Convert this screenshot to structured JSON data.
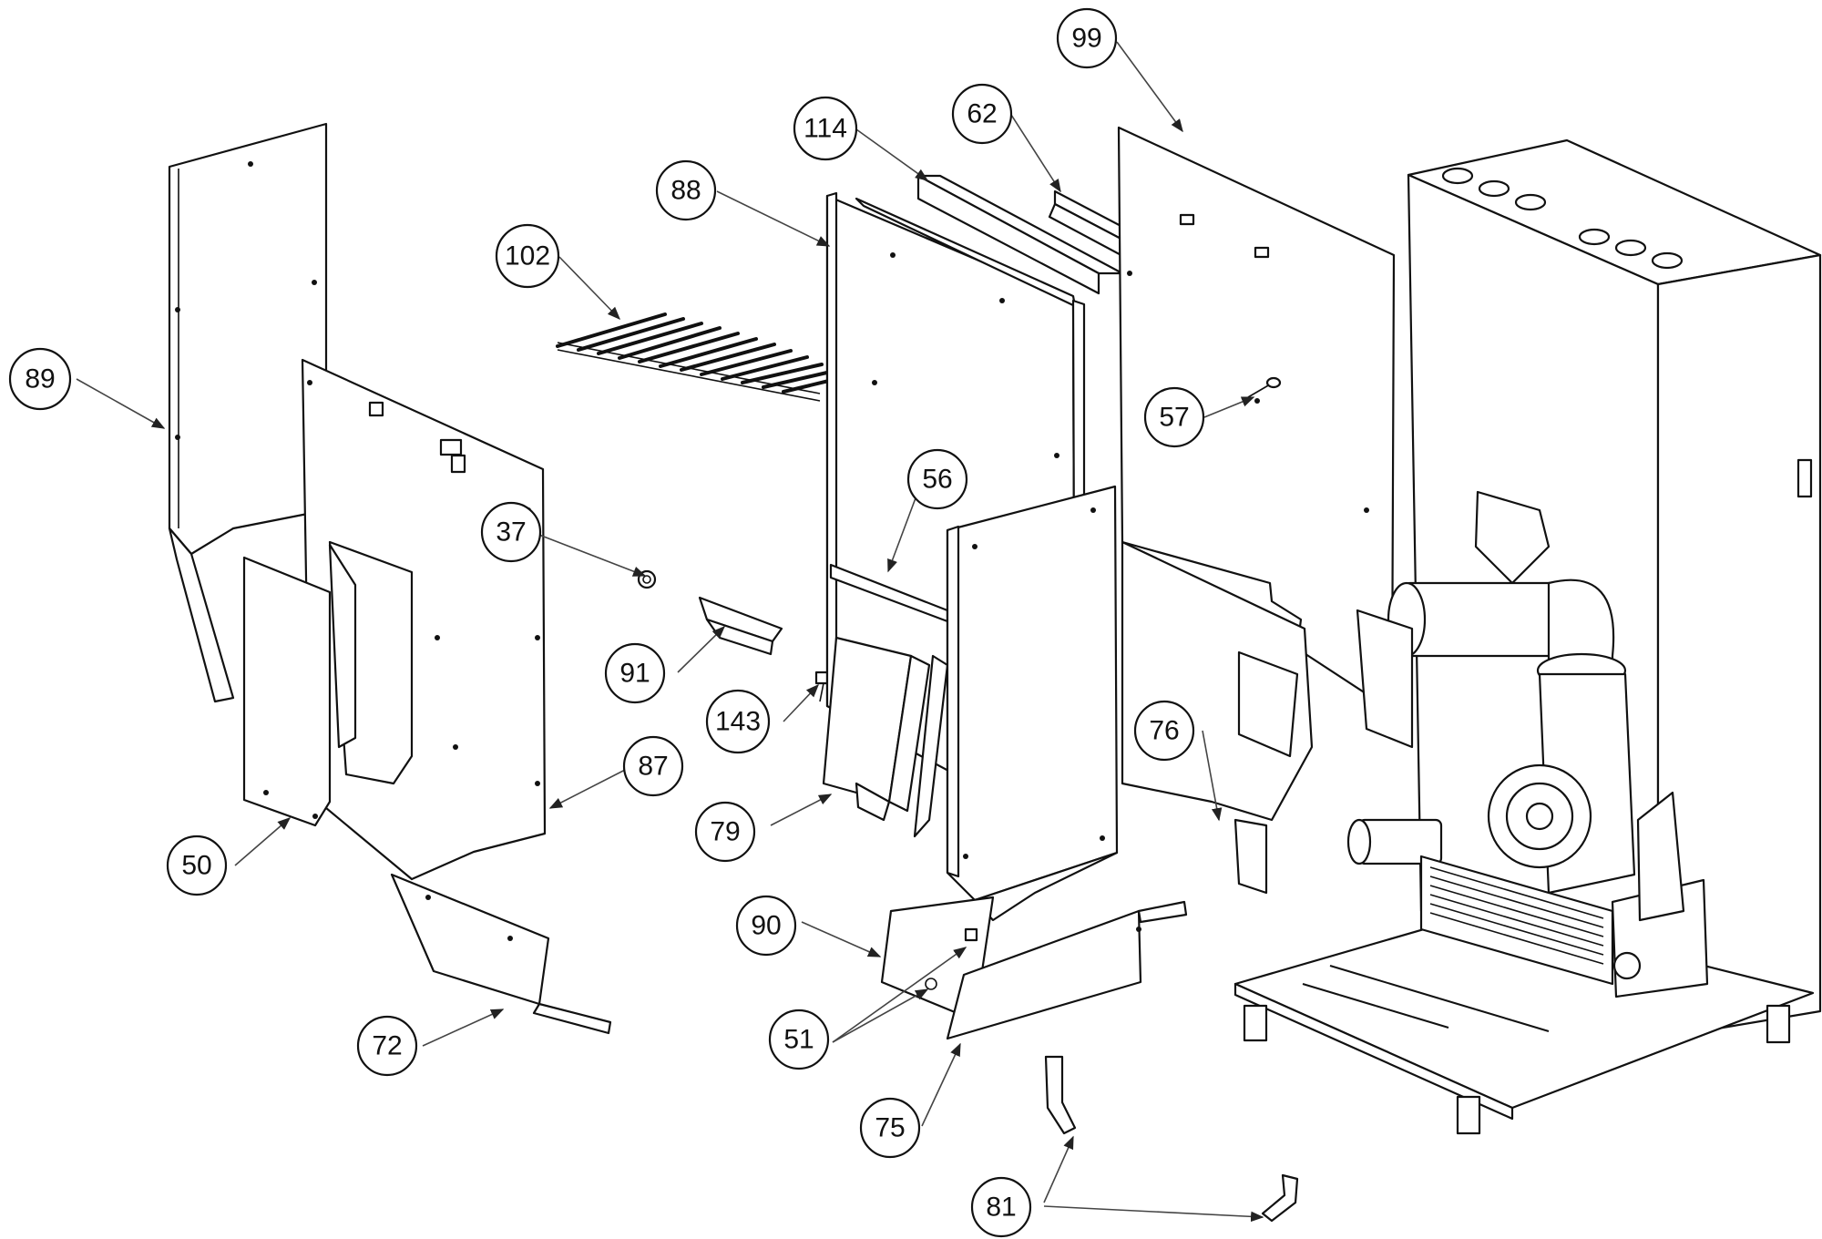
{
  "callouts": [
    {
      "id": "99",
      "label": "99"
    },
    {
      "id": "62",
      "label": "62"
    },
    {
      "id": "114",
      "label": "114"
    },
    {
      "id": "88",
      "label": "88"
    },
    {
      "id": "102",
      "label": "102"
    },
    {
      "id": "89",
      "label": "89"
    },
    {
      "id": "57",
      "label": "57"
    },
    {
      "id": "56",
      "label": "56"
    },
    {
      "id": "37",
      "label": "37"
    },
    {
      "id": "91",
      "label": "91"
    },
    {
      "id": "143",
      "label": "143"
    },
    {
      "id": "76",
      "label": "76"
    },
    {
      "id": "87",
      "label": "87"
    },
    {
      "id": "79",
      "label": "79"
    },
    {
      "id": "50",
      "label": "50"
    },
    {
      "id": "90",
      "label": "90"
    },
    {
      "id": "51",
      "label": "51"
    },
    {
      "id": "72",
      "label": "72"
    },
    {
      "id": "75",
      "label": "75"
    },
    {
      "id": "81",
      "label": "81"
    }
  ]
}
